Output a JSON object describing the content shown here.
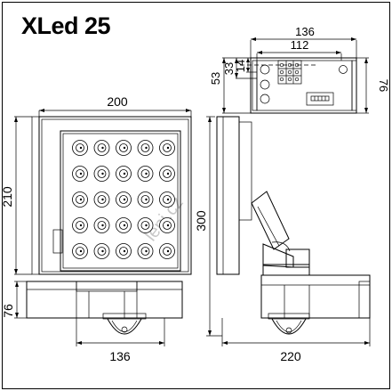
{
  "title": "XLed 25",
  "watermark": "leni.cz",
  "colors": {
    "line": "#000000",
    "background": "#ffffff",
    "watermark": "#c8c8c8"
  },
  "dimensions": {
    "front_width": "200",
    "front_height": "210",
    "side_height": "300",
    "bottom_depth": "76",
    "bottom_width": "136",
    "side_bottom_width": "220",
    "box_outer_width": "136",
    "box_inner_width": "112",
    "box_height_total": "53",
    "box_height_mid": "33",
    "box_height_small": "14",
    "box_depth": "76"
  },
  "led_grid": {
    "rows": 5,
    "cols": 5
  }
}
